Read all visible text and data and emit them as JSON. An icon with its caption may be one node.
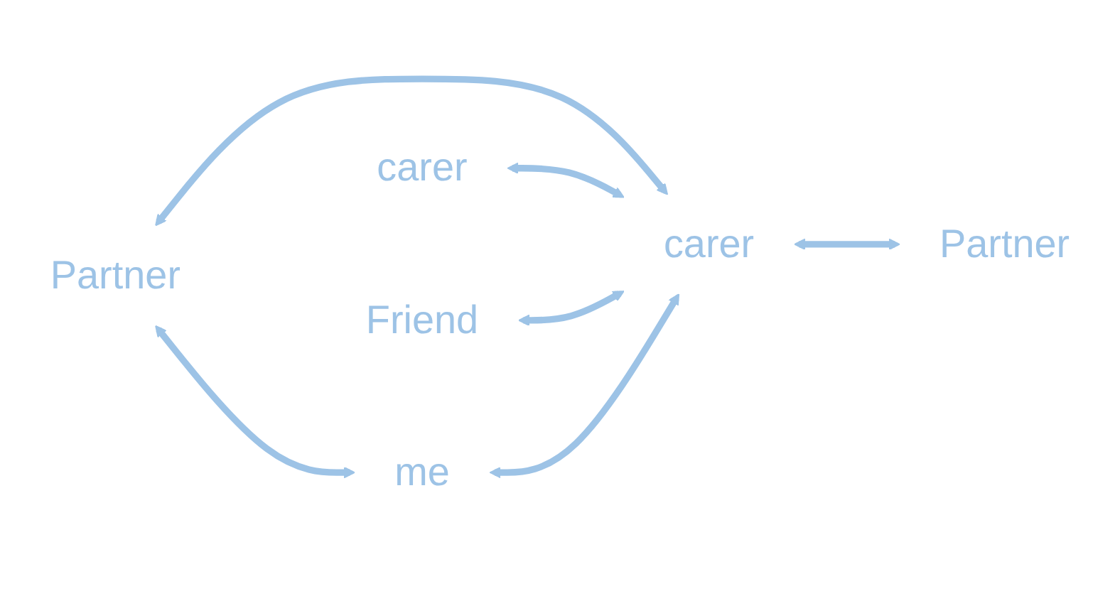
{
  "diagram": {
    "nodes": [
      {
        "text": [
          "Partner"
        ]
      },
      {
        "text": [
          "carer"
        ]
      },
      {
        "text": [
          "carer"
        ]
      },
      {
        "text": [
          "Friend"
        ]
      },
      {
        "text": [
          "me"
        ]
      },
      {
        "text": [
          "Partner"
        ]
      }
    ],
    "edges": [
      {
        "from": 0,
        "to": 4,
        "arrow": "both"
      },
      {
        "from": 0,
        "to": 1,
        "arrow": "both"
      },
      {
        "from": 2,
        "to": 1,
        "arrow": "both"
      },
      {
        "from": 3,
        "to": 1,
        "arrow": "both"
      },
      {
        "from": 4,
        "to": 1,
        "arrow": "both"
      },
      {
        "from": 1,
        "to": 5,
        "arrow": "both"
      }
    ]
  }
}
